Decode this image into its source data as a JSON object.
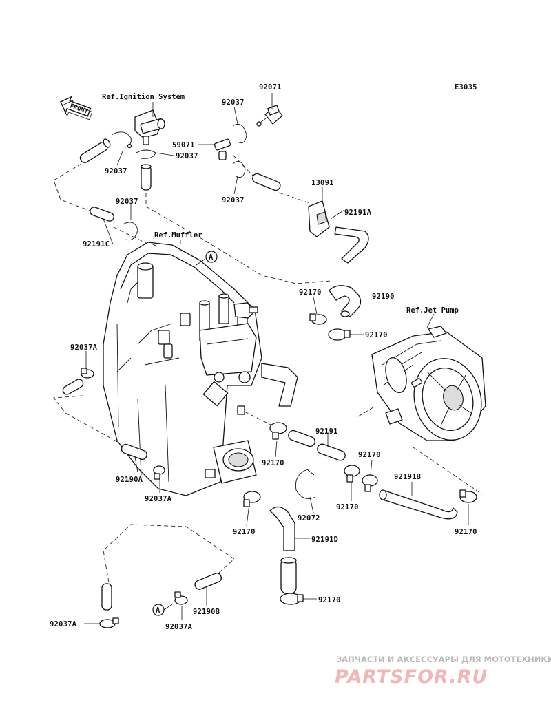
{
  "diagram_code": "E3035",
  "front_label": "FRONT",
  "references": {
    "ignition": "Ref.Ignition System",
    "muffler": "Ref.Muffler",
    "jet_pump": "Ref.Jet Pump"
  },
  "callout_marker": "A",
  "part_labels": {
    "p92071": "92071",
    "p92037_top": "92037",
    "p59071": "59071",
    "p92037_ign_right": "92037",
    "p92037_ign_left": "92037",
    "p92037_mid": "92037",
    "p13091": "13091",
    "p92037_left_upper": "92037",
    "p92191A": "92191A",
    "p92191C": "92191C",
    "p92170_upper": "92170",
    "p92190": "92190",
    "p92170_right": "92170",
    "p92037A_left": "92037A",
    "p92191": "92191",
    "p92170_center": "92170",
    "p92170_mid_right": "92170",
    "p92191B": "92191B",
    "p92190A": "92190A",
    "p92037A_center": "92037A",
    "p92170_lower_right": "92170",
    "p92072": "92072",
    "p92170_center_right": "92170",
    "p92170_left_bottom": "92170",
    "p92191D": "92191D",
    "p92170_bottom": "92170",
    "p92037A_bottom_left": "92037A",
    "p92190B": "92190B",
    "p92037A_bottom": "92037A"
  },
  "watermark": {
    "tagline": "ЗАПЧАСТИ И АКСЕССУАРЫ ДЛЯ МОТОТЕХНИКИ",
    "brand": "PARTSFOR.RU"
  }
}
